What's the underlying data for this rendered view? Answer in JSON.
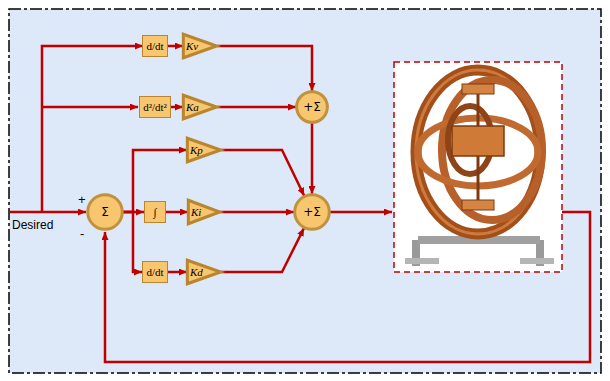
{
  "diagram": {
    "nodes": [
      {
        "text": [
          "d/dt"
        ]
      },
      {
        "text": [
          "Kv"
        ]
      },
      {
        "text": [
          "d²/dt²"
        ]
      },
      {
        "text": [
          "Ka"
        ]
      },
      {
        "text": [
          "+Σ"
        ]
      },
      {
        "text": [
          "Σ"
        ]
      },
      {
        "text": [
          "Kp"
        ]
      },
      {
        "text": [
          "∫"
        ]
      },
      {
        "text": [
          "Ki"
        ]
      },
      {
        "text": [
          "d/dt"
        ]
      },
      {
        "text": [
          "Kd"
        ]
      },
      {
        "text": [
          "+Σ"
        ]
      }
    ],
    "edges": [
      {
        "from": 0,
        "to": 1,
        "arrow": "to"
      },
      {
        "from": 1,
        "to": 4,
        "arrow": "to"
      },
      {
        "from": 2,
        "to": 3,
        "arrow": "to"
      },
      {
        "from": 3,
        "to": 4,
        "arrow": "to"
      },
      {
        "from": 4,
        "to": 11,
        "arrow": "to"
      },
      {
        "from": 5,
        "to": 6,
        "arrow": "to"
      },
      {
        "from": 5,
        "to": 7,
        "arrow": "to"
      },
      {
        "from": 7,
        "to": 8,
        "arrow": "to"
      },
      {
        "from": 5,
        "to": 9,
        "arrow": "to"
      },
      {
        "from": 9,
        "to": 10,
        "arrow": "to"
      },
      {
        "from": 6,
        "to": 11,
        "arrow": "to"
      },
      {
        "from": 8,
        "to": 11,
        "arrow": "to"
      },
      {
        "from": 10,
        "to": 11,
        "arrow": "to"
      }
    ],
    "labels": [
      "Desired",
      "+",
      "-"
    ]
  }
}
